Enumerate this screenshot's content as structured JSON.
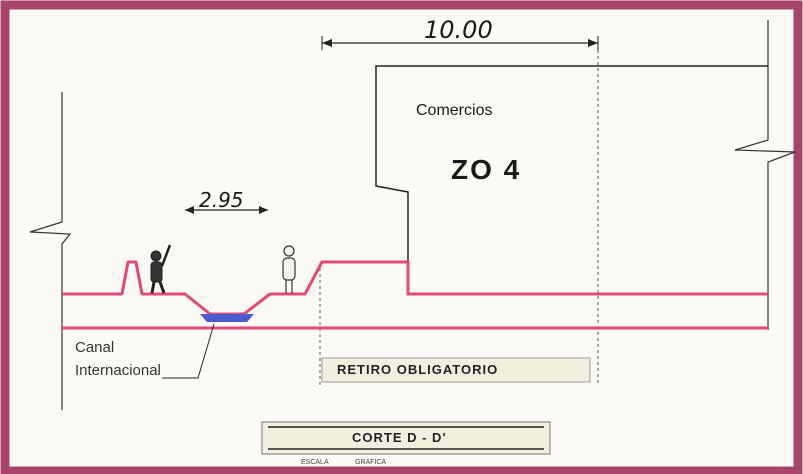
{
  "diagram": {
    "dimension_top": "10.00",
    "dimension_left": "2.95",
    "building_use": "Comercios",
    "zone_label": "ZO 4",
    "canal_label_line1": "Canal",
    "canal_label_line2": "Internacional",
    "setback_label": "RETIRO OBLIGATORIO",
    "section_title": "CORTE D - D'",
    "scale_label_1": "ESCALA",
    "scale_label_2": "GRAFICA"
  },
  "colors": {
    "frame": "#a8436a",
    "ground_line": "#e04a7a",
    "water": "#4a5bd0",
    "ink": "#1a1a1a",
    "paper": "#fbfaf6"
  }
}
